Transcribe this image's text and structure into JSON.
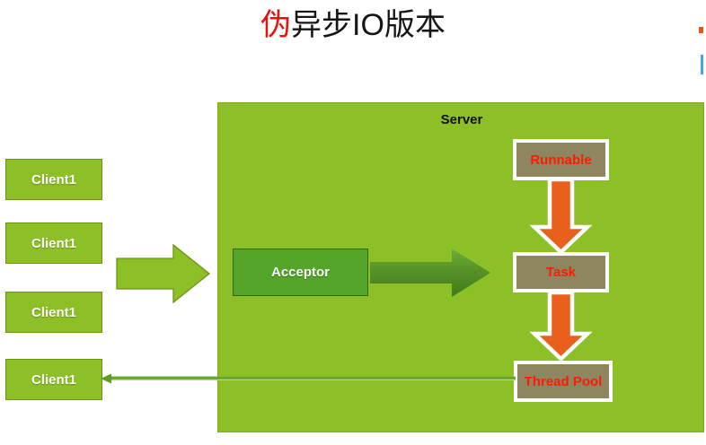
{
  "title": {
    "accent_text": "伪",
    "rest_text": "异步IO版本",
    "full_text": "伪异步IO版本",
    "accent_color": "#e8110d",
    "text_color": "#161616"
  },
  "colors": {
    "green_fill": "#8cc026",
    "green_border": "#6c9412",
    "acceptor_fill": "#55a52b",
    "tan_fill": "#8d8660",
    "white_border": "#ffffff",
    "red_text": "#ff1a00",
    "orange_arrow": "#e8601b",
    "return_line": "#6aa82a"
  },
  "clients": [
    {
      "id": "client-1",
      "label": "Client1"
    },
    {
      "id": "client-2",
      "label": "Client1"
    },
    {
      "id": "client-3",
      "label": "Client1"
    },
    {
      "id": "client-4",
      "label": "Client1"
    }
  ],
  "server": {
    "label": "Server",
    "acceptor": {
      "label": "Acceptor"
    },
    "runnable": {
      "label": "Runnable"
    },
    "task": {
      "label": "Task"
    },
    "thread_pool": {
      "label": "Thread Pool"
    }
  },
  "arrows": {
    "client_to_server": {
      "name": "block-arrow-right",
      "direction": "right"
    },
    "acceptor_to_task": {
      "name": "gradient-arrow-right",
      "direction": "right"
    },
    "runnable_to_task": {
      "name": "orange-arrow-down",
      "direction": "down"
    },
    "task_to_threadpool": {
      "name": "orange-arrow-down",
      "direction": "down"
    },
    "threadpool_to_client": {
      "name": "thin-arrow-left",
      "direction": "left"
    }
  },
  "edge_marks": {
    "orange_mark": "#e2590f",
    "blue_mark": "#4aa7dd"
  }
}
